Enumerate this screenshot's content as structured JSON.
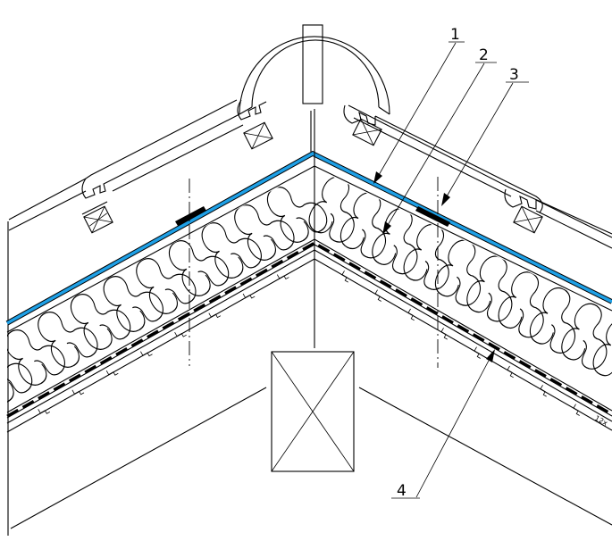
{
  "callouts": [
    {
      "id": "1",
      "text": "1"
    },
    {
      "id": "2",
      "text": "2"
    },
    {
      "id": "3",
      "text": "3"
    },
    {
      "id": "4",
      "text": "4"
    }
  ],
  "edge_note": "12x",
  "colors": {
    "membrane": "#1ea0e6",
    "lines": "#000000",
    "background": "#ffffff"
  },
  "icons": [
    "ridge-tile",
    "roof-tile",
    "batten",
    "insulation-roll",
    "tape-strip",
    "ridge-beam"
  ]
}
